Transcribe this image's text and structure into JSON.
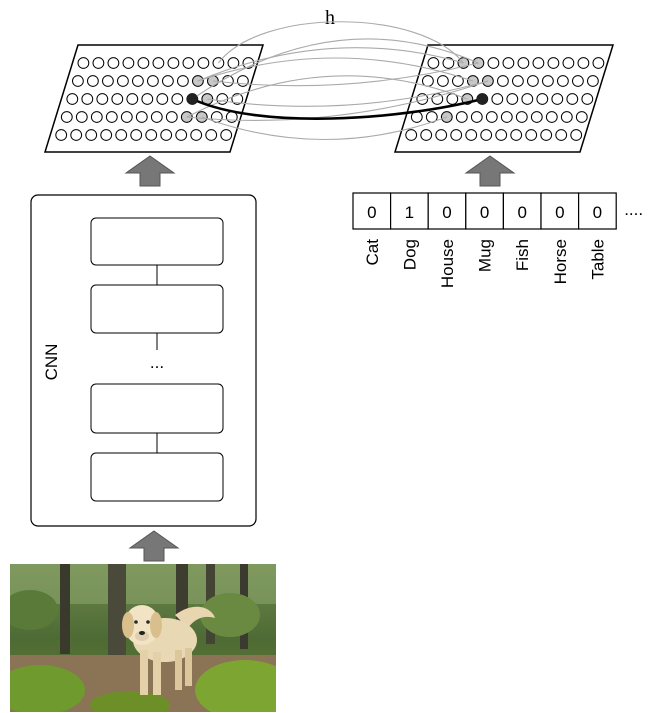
{
  "h_label": "h",
  "cnn_label": "CNN",
  "ellipsis": "...",
  "one_hot": {
    "values": [
      "0",
      "1",
      "0",
      "0",
      "0",
      "0",
      "0"
    ],
    "labels": [
      "Cat",
      "Dog",
      "House",
      "Mug",
      "Fish",
      "Horse",
      "Table"
    ],
    "trailing": "...."
  },
  "colors": {
    "arrow": "#777777",
    "highlight": "#c8c8c8",
    "connection": "#aaaaaa",
    "active": "#000000"
  }
}
